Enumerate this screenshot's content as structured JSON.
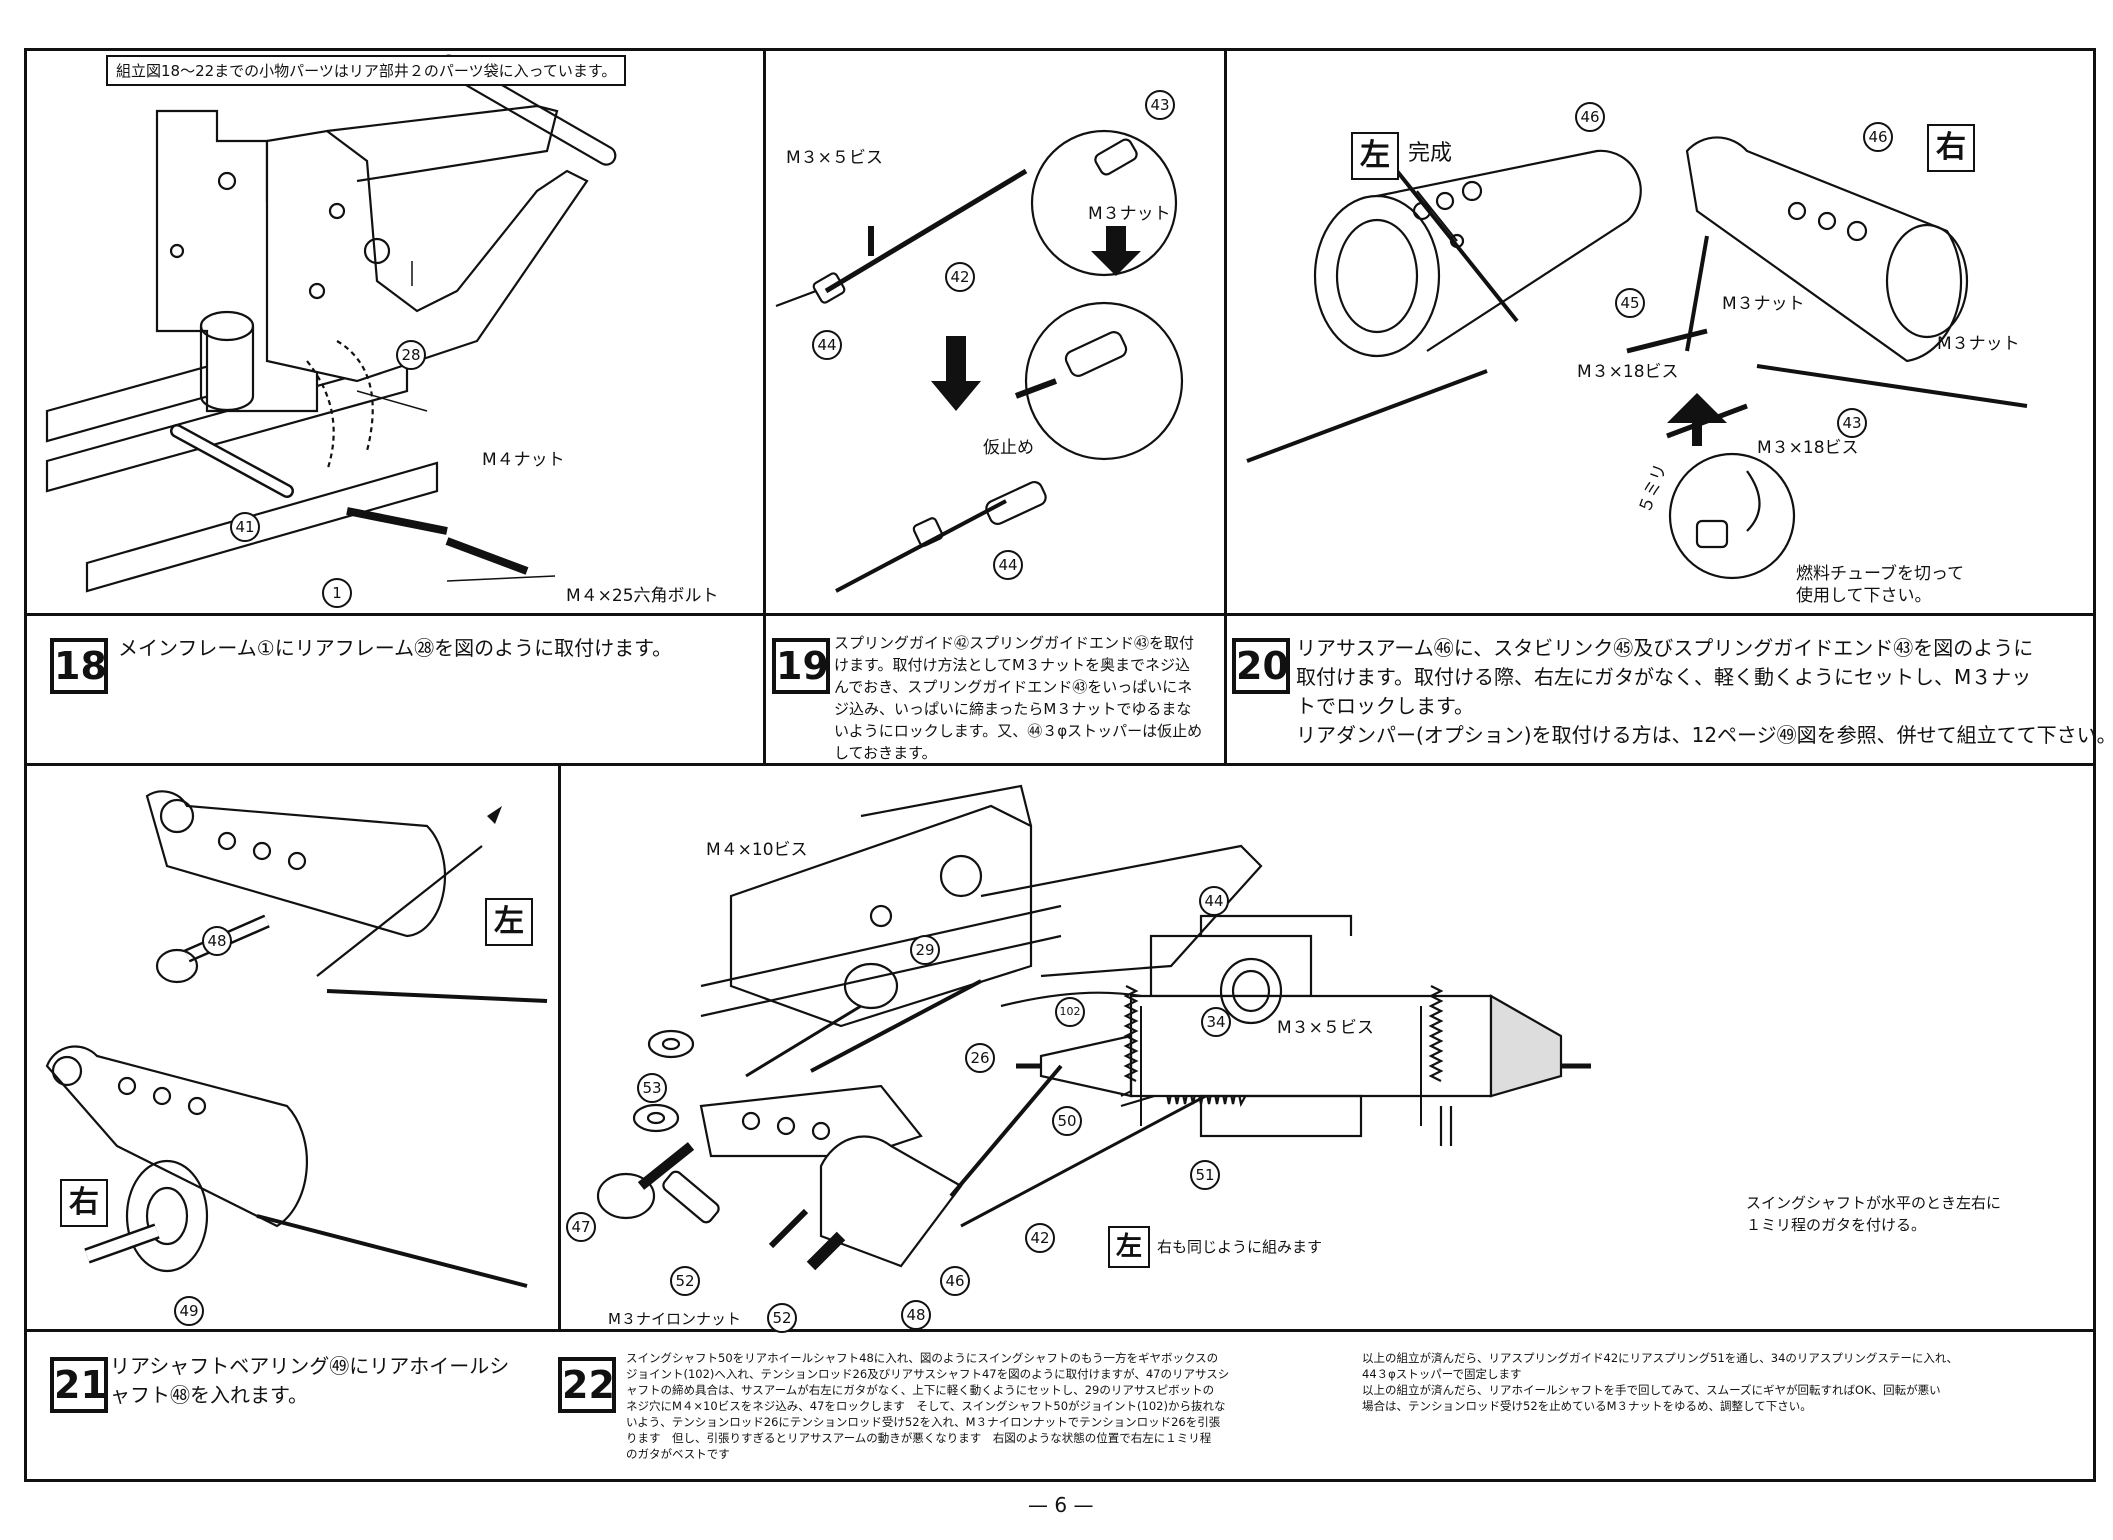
{
  "page_number": "— 6 —",
  "notice": "組立図18〜22までの小物パーツはリア部井２のパーツ袋に入っています。",
  "side_labels": {
    "left": "左",
    "right": "右"
  },
  "steps": {
    "s18": {
      "number": "18",
      "text": "メインフレーム①にリアフレーム㉘を図のように取付けます。",
      "callouts": {
        "p28": "28",
        "p41": "41",
        "p1": "1",
        "m4nut": "M４ナット",
        "bolt": "M４×25六角ボルト"
      }
    },
    "s19": {
      "number": "19",
      "text": "スプリングガイド㊷スプリングガイドエンド㊸を取付けます。取付け方法としてM３ナットを奥までネジ込んでおき、スプリングガイドエンド㊸をいっぱいにネジ込み、いっぱいに締まったらM３ナットでゆるまないようにロックします。又、㊹３φストッパーは仮止めしておきます。",
      "callouts": {
        "screw": "M３×５ビス",
        "p43": "43",
        "nut": "M３ナット",
        "p42": "42",
        "p44a": "44",
        "temp": "仮止め",
        "p44b": "44"
      }
    },
    "s20": {
      "number": "20",
      "text_lines": [
        "リアサスアーム㊻に、スタビリンク㊺及びスプリングガイドエンド㊸を図のように",
        "取付けます。取付ける際、右左にガタがなく、軽く動くようにセットし、M３ナッ",
        "トでロックします。",
        "リアダンパー(オプション)を取付ける方は、12ページ㊾図を参照、併せて組立てて下さい。"
      ],
      "callouts": {
        "done": "完成",
        "p46a": "46",
        "p46b": "46",
        "p45": "45",
        "nut1": "M３ナット",
        "nut2": "M３ナット",
        "screw1": "M３×18ビス",
        "screw2": "M３×18ビス",
        "p43": "43",
        "mm5": "５ミリ",
        "tube": "燃料チューブを切って",
        "tube2": "使用して下さい。"
      }
    },
    "s21": {
      "number": "21",
      "text_lines": [
        "リアシャフトベアリング㊾にリアホイールシ",
        "ャフト㊽を入れます。"
      ],
      "callouts": {
        "p48": "48",
        "p49": "49"
      }
    },
    "s22": {
      "number": "22",
      "text_left": [
        "スイングシャフト50をリアホイールシャフト48に入れ、図のようにスイングシャフトのもう一方をギヤボックスの",
        "ジョイント(102)へ入れ、テンションロッド26及びリアサスシャフト47を図のように取付けますが、47のリアサスシ",
        "ャフトの締め具合は、サスアームが右左にガタがなく、上下に軽く動くようにセットし、29のリアサスピボットの",
        "ネジ穴にM４×10ビスをネジ込み、47をロックします　そして、スイングシャフト50がジョイント(102)から抜れな",
        "いよう、テンションロッド26にテンションロッド受け52を入れ、M３ナイロンナットでテンションロッド26を引張",
        "ります　但し、引張りすぎるとリアサスアームの動きが悪くなります　右図のような状態の位置で右左に１ミリ程",
        "のガタがベストです"
      ],
      "text_right": [
        "以上の組立が済んだら、リアスプリングガイド42にリアスプリング51を通し、34のリアスプリングステーに入れ、",
        "44３φストッパーで固定します",
        "以上の組立が済んだら、リアホイールシャフトを手で回してみて、スムーズにギヤが回転すればOK、回転が悪い",
        "場合は、テンションロッド受け52を止めているM３ナットをゆるめ、調整して下さい。"
      ],
      "callouts": {
        "screw": "M４×10ビス",
        "p29": "29",
        "p102": "102",
        "p44": "44",
        "p34": "34",
        "screw2": "M３×５ビス",
        "p26": "26",
        "p53": "53",
        "p50": "50",
        "p51": "51",
        "p47": "47",
        "p52a": "52",
        "p52b": "52",
        "p42": "42",
        "p46": "46",
        "p48": "48",
        "nylon": "M３ナイロンナット",
        "same": "右も同じように組みます",
        "caption1": "スイングシャフトが水平のとき左右に",
        "caption2": "１ミリ程のガタを付ける。"
      }
    }
  }
}
